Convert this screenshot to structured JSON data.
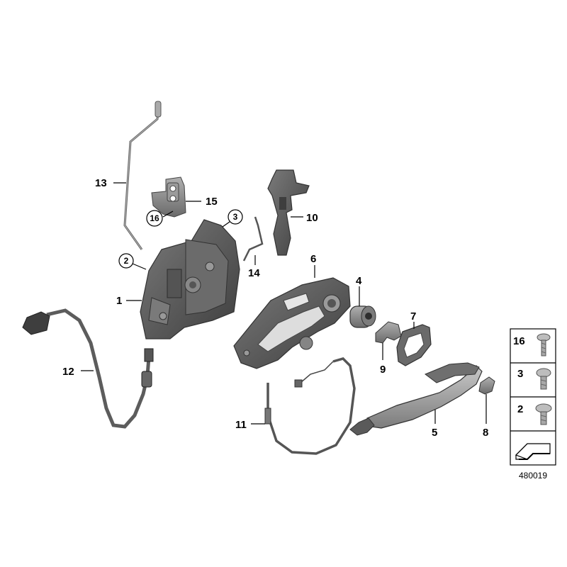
{
  "callouts": {
    "c1": "1",
    "c2": "2",
    "c3": "3",
    "c4": "4",
    "c5": "5",
    "c6": "6",
    "c7": "7",
    "c8": "8",
    "c9": "9",
    "c10": "10",
    "c11": "11",
    "c12": "12",
    "c13": "13",
    "c14": "14",
    "c15": "15",
    "c16": "16"
  },
  "legend": {
    "items": [
      {
        "label": "16",
        "icon": "torx-screw-icon"
      },
      {
        "label": "3",
        "icon": "torx-screw-icon"
      },
      {
        "label": "2",
        "icon": "torx-screw-icon"
      }
    ]
  },
  "reference_number": "480019",
  "colors": {
    "part_dark": "#5a5a5a",
    "part_mid": "#8a8a8a",
    "part_light": "#b5b5b5",
    "line": "#000000"
  }
}
